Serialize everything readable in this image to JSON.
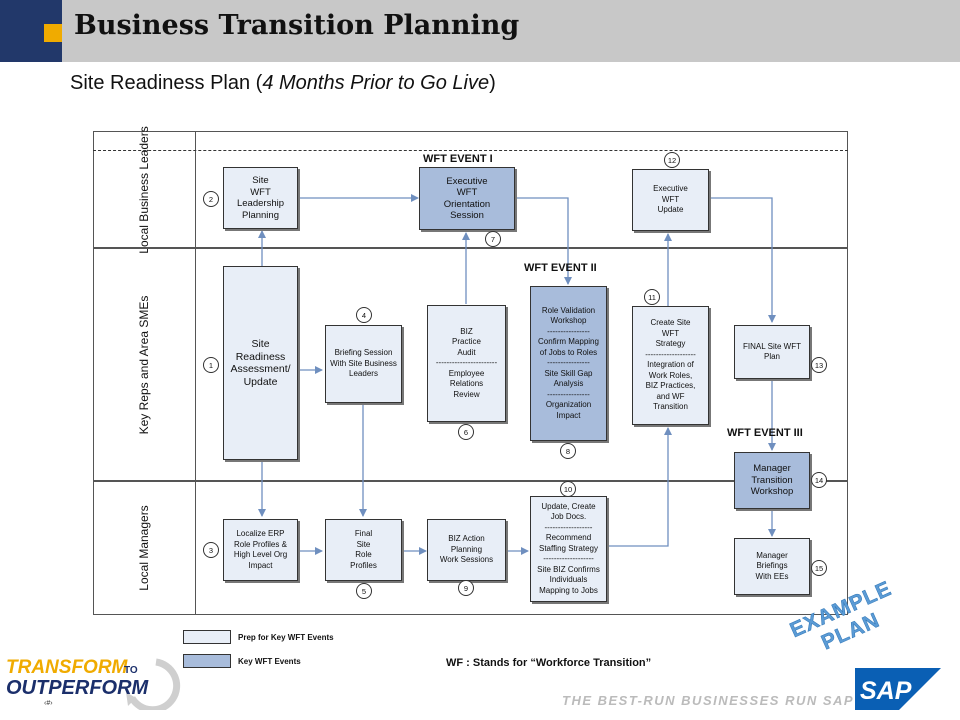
{
  "header": {
    "title": "Business Transition Planning",
    "subtitle_main": "Site Readiness Plan  (",
    "subtitle_italic": "4 Months Prior to Go Live",
    "subtitle_end": ")"
  },
  "lanes": [
    {
      "label": "Local Business\nLeaders"
    },
    {
      "label": "Key Reps and Area SMEs"
    },
    {
      "label": "Local Managers"
    }
  ],
  "events": [
    "WFT  EVENT I",
    "WFT  EVENT II",
    "WFT  EVENT III"
  ],
  "boxes": {
    "site_wft_leadership": "Site\nWFT\nLeadership\nPlanning",
    "exec_orientation": "Executive\nWFT\nOrientation\nSession",
    "exec_update": "Executive\nWFT\nUpdate",
    "site_readiness": "Site Readiness\nAssessment/\nUpdate",
    "briefing_session": "Briefing Session\nWith Site Business\nLeaders",
    "biz_practice": "BIZ\nPractice\nAudit\n-----------------------\nEmployee\nRelations\nReview",
    "role_validation": "Role Validation\nWorkshop\n----------------\nConfirm Mapping\nof Jobs to Roles\n----------------\nSite Skill  Gap\nAnalysis\n----------------\nOrganization\nImpact",
    "create_strategy": "Create Site\nWFT\nStrategy\n-------------------\nIntegration of\nWork Roles,\nBIZ Practices,\nand WF\nTransition",
    "final_plan": "FINAL Site WFT\nPlan",
    "manager_workshop": "Manager\nTransition\nWorkshop",
    "localize_erp": "Localize ERP\nRole Profiles &\nHigh Level Org\nImpact",
    "final_profiles": "Final\nSite\nRole\nProfiles",
    "biz_action": "BIZ Action\nPlanning\nWork Sessions",
    "update_job_docs": "Update, Create\nJob Docs.\n------------------\nRecommend\nStaffing Strategy\n-------------------\nSite BIZ Confirms\nIndividuals\nMapping to Jobs",
    "manager_briefings": "Manager\nBriefings\nWith EEs"
  },
  "step_numbers": [
    "1",
    "2",
    "3",
    "4",
    "5",
    "6",
    "7",
    "8",
    "9",
    "10",
    "11",
    "12",
    "13",
    "14",
    "15"
  ],
  "legend": {
    "prep": "Prep for Key WFT Events",
    "key": "Key WFT Events"
  },
  "wf_note": "WF : Stands for “Workforce Transition”",
  "example_line1": "EXAMPLE",
  "example_line2": "PLAN",
  "footer": {
    "logo_line1": "TRANSFORM",
    "logo_to": "TO",
    "logo_line2": "OUTPERFORM",
    "tagline": "THE BEST-RUN BUSINESSES RUN SAP",
    "sap": "SAP",
    "page_num": "‹#›"
  },
  "colors": {
    "navy": "#22386a",
    "orange": "#f0ab00",
    "light_box": "#e8eef7",
    "dark_box": "#a8bcdb",
    "arrow": "#6f8fbf",
    "logo_orange": "#f0ab00",
    "logo_navy": "#1b2f6b",
    "sap_blue": "#0a5fb4"
  }
}
